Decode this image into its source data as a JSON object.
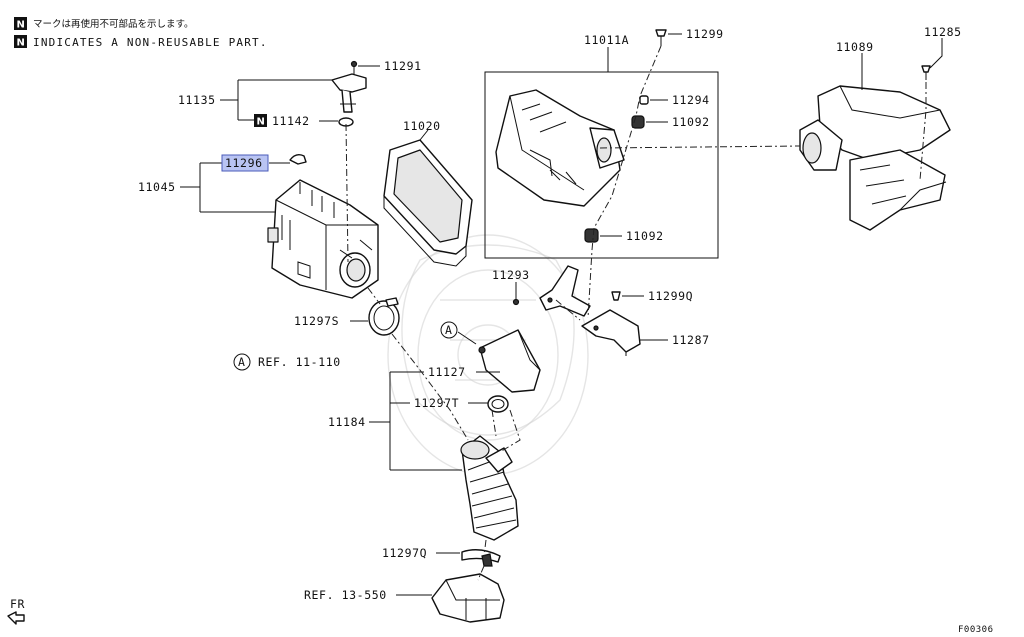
{
  "notes": {
    "jp_text": "マークは再使用不可部品を示します。",
    "en_text": "INDICATES A NON-REUSABLE PART.",
    "badge": "N"
  },
  "labels": {
    "p11291": "11291",
    "p11135": "11135",
    "p11142": "11142",
    "p11020": "11020",
    "p11296": "11296",
    "p11045": "11045",
    "p11297S": "11297S",
    "refA_letter": "A",
    "refA_text": "REF. 11-110",
    "p11011A": "11011A",
    "p11299": "11299",
    "p11294": "11294",
    "p11092a": "11092",
    "p11092b": "11092",
    "p11089": "11089",
    "p11285": "11285",
    "p11293": "11293",
    "p11299Q": "11299Q",
    "p11287": "11287",
    "markA": "A",
    "p11127": "11127",
    "p11297T": "11297T",
    "p11184": "11184",
    "p11297Q": "11297Q",
    "ref13": "REF. 13-550",
    "fr": "FR",
    "figure_code": "F00306"
  }
}
